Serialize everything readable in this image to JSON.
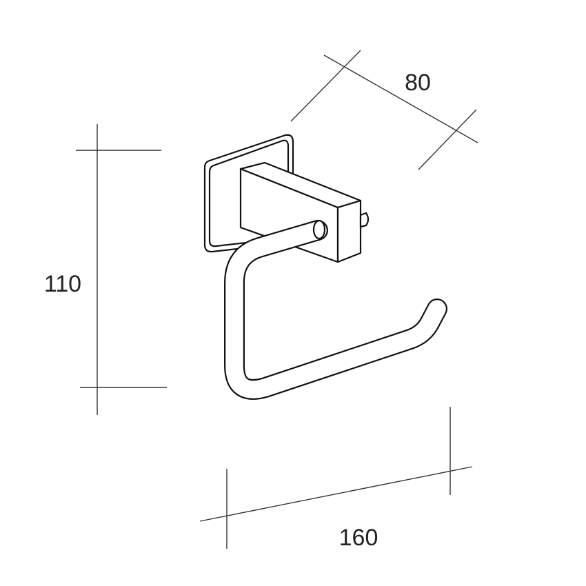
{
  "diagram": {
    "dimensions": {
      "depth": "80",
      "height": "110",
      "width": "160"
    },
    "colors": {
      "line": "#111111",
      "background": "#ffffff"
    }
  }
}
